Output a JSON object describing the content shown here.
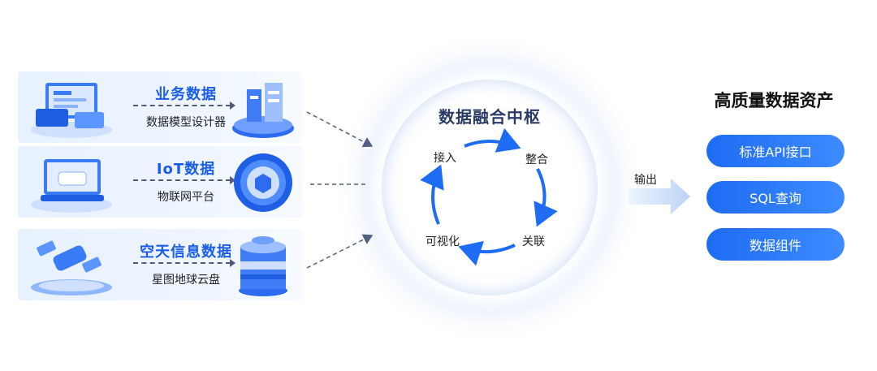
{
  "sources": [
    {
      "label": "业务数据",
      "sub": "数据模型设计器"
    },
    {
      "label": "IoT数据",
      "sub": "物联网平台"
    },
    {
      "label": "空天信息数据",
      "sub": "星图地球云盘"
    }
  ],
  "hub": {
    "title": "数据融合中枢",
    "cycle": [
      "接入",
      "整合",
      "关联",
      "可视化"
    ]
  },
  "output_label": "输出",
  "assets": {
    "title": "高质量数据资产",
    "items": [
      "标准API接口",
      "SQL查询",
      "数据组件"
    ]
  },
  "colors": {
    "accent": "#1e6cf2",
    "title": "#1a5de8",
    "hub_text": "#2a3a66"
  }
}
